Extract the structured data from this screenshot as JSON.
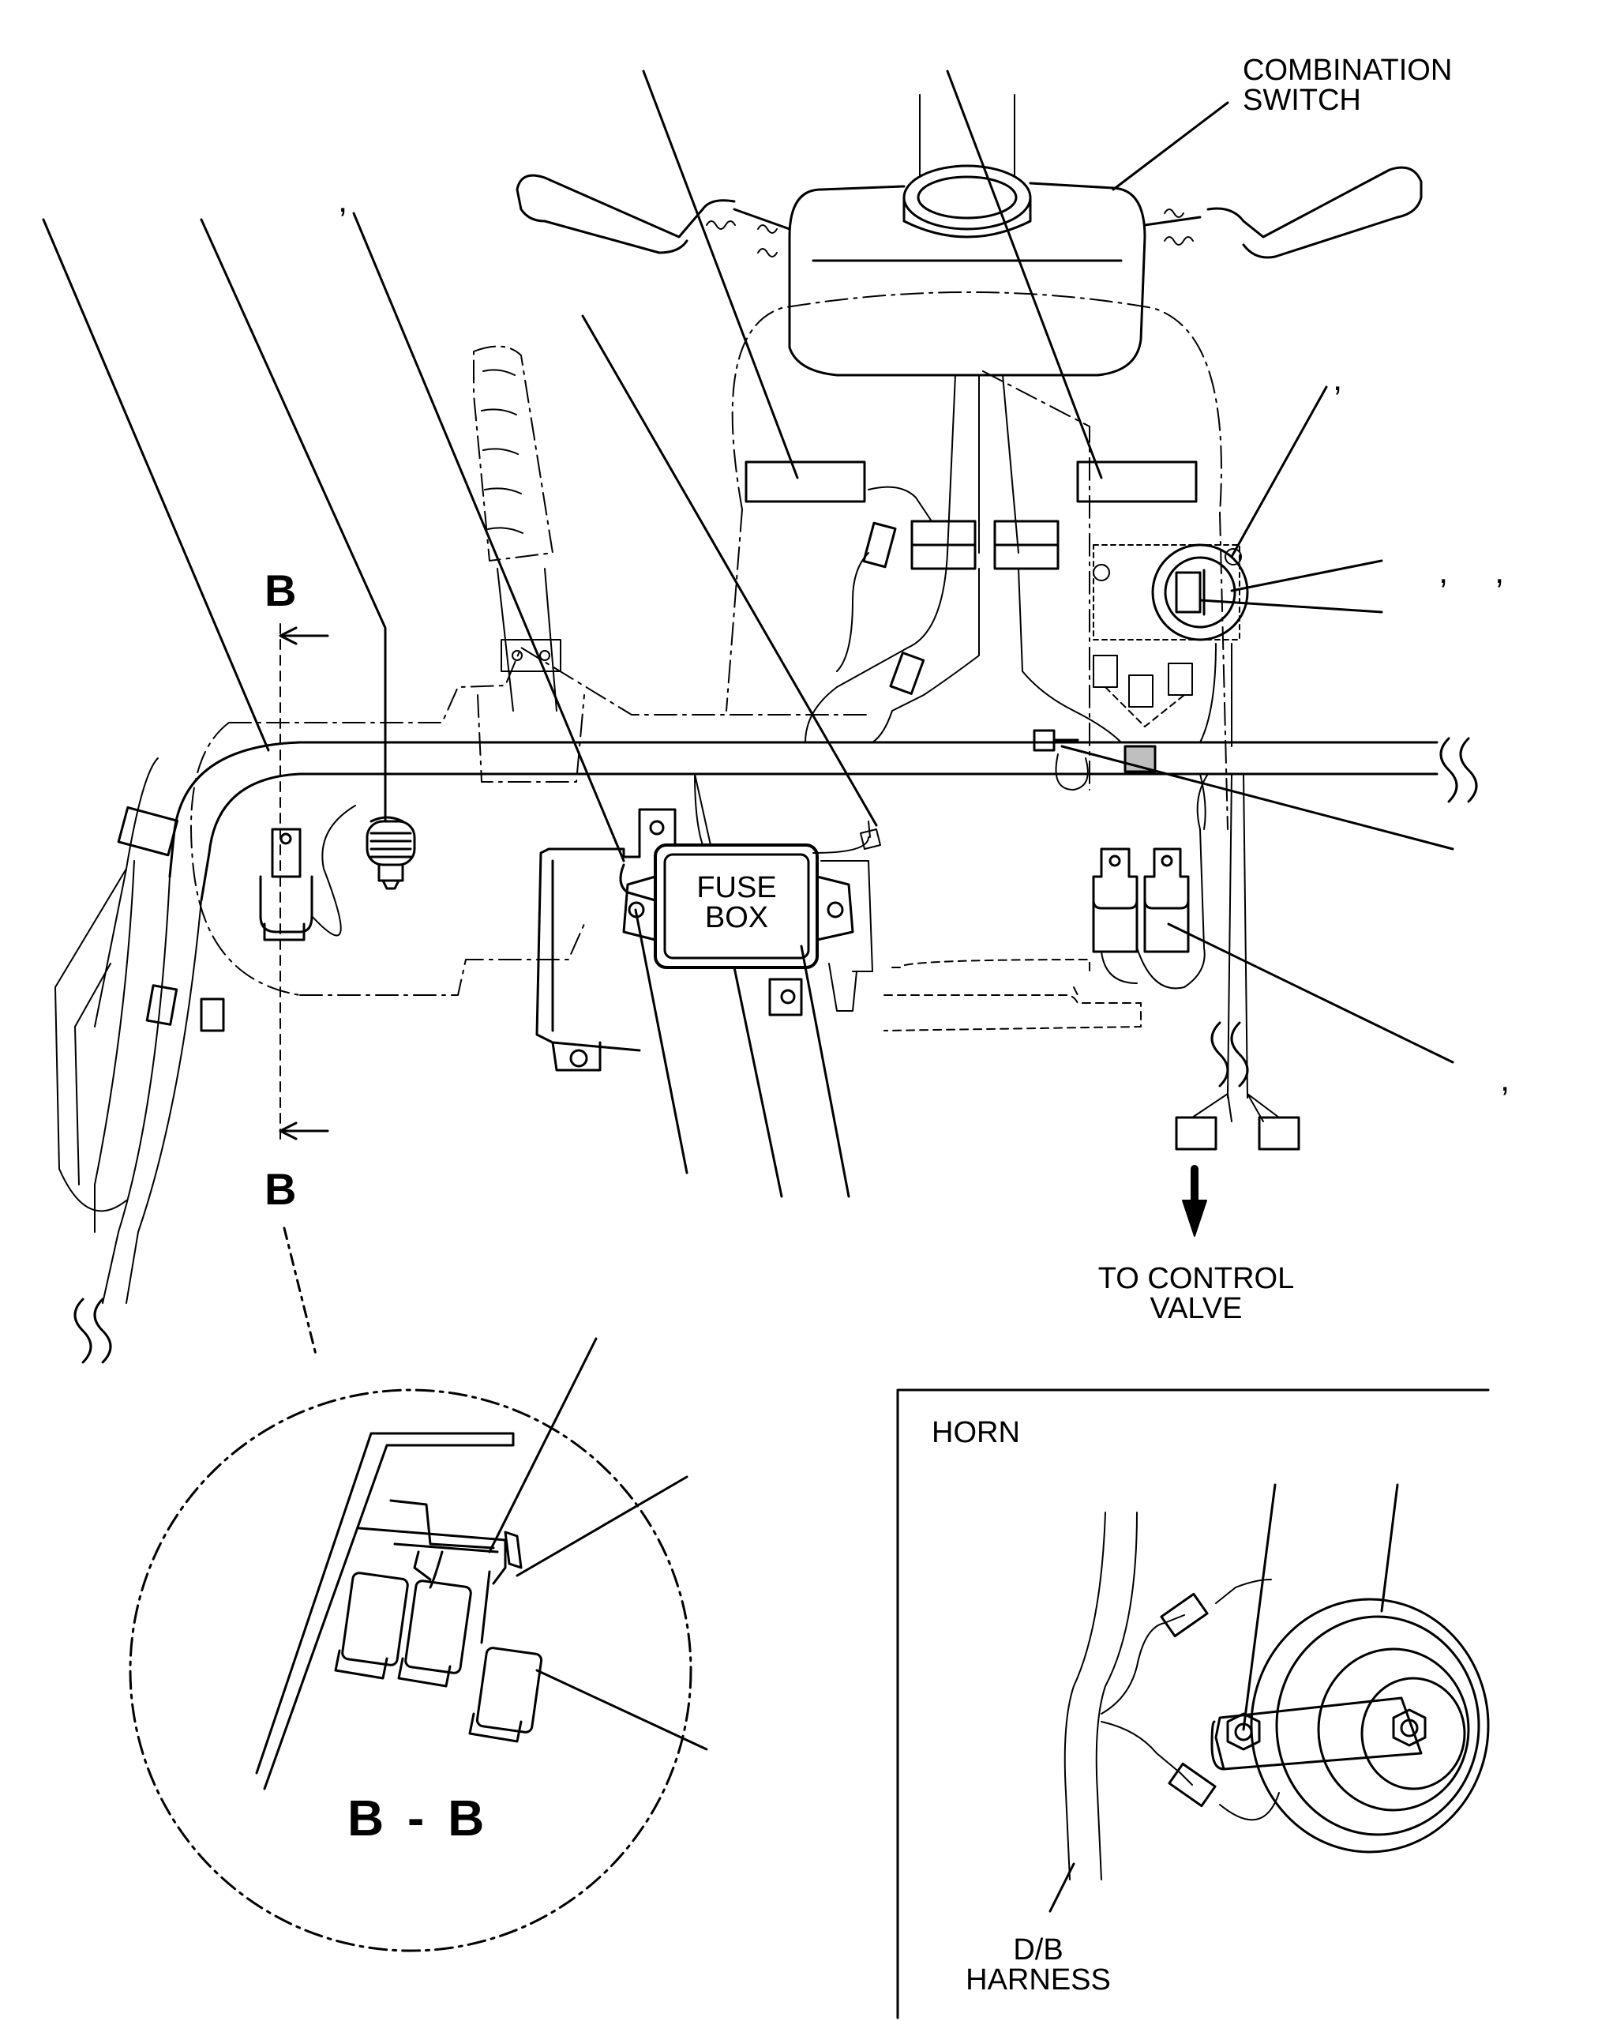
{
  "labels": {
    "combination_switch": "COMBINATION\nSWITCH",
    "fuse_box": "FUSE\nBOX",
    "to_control_valve": "TO CONTROL\nVALVE",
    "horn": "HORN",
    "db_harness": "D/B\nHARNESS",
    "section_mark_top": "B",
    "section_mark_bottom": "B",
    "section_title": "B - B",
    "comma": ","
  }
}
